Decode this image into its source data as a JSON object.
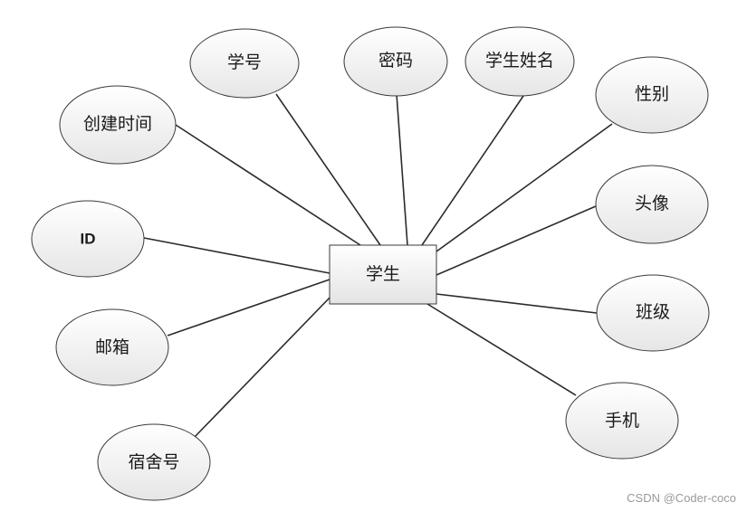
{
  "entity": {
    "label": "学生"
  },
  "attributes": [
    {
      "key": "xuehao",
      "label": "学号"
    },
    {
      "key": "mima",
      "label": "密码"
    },
    {
      "key": "xingming",
      "label": "学生姓名"
    },
    {
      "key": "xingbie",
      "label": "性别"
    },
    {
      "key": "chuangjian",
      "label": "创建时间"
    },
    {
      "key": "touxiang",
      "label": "头像"
    },
    {
      "key": "id",
      "label": "ID"
    },
    {
      "key": "banji",
      "label": "班级"
    },
    {
      "key": "youxiang",
      "label": "邮箱"
    },
    {
      "key": "shouji",
      "label": "手机"
    },
    {
      "key": "sushe",
      "label": "宿舍号"
    }
  ],
  "watermark": "CSDN @Coder-coco"
}
